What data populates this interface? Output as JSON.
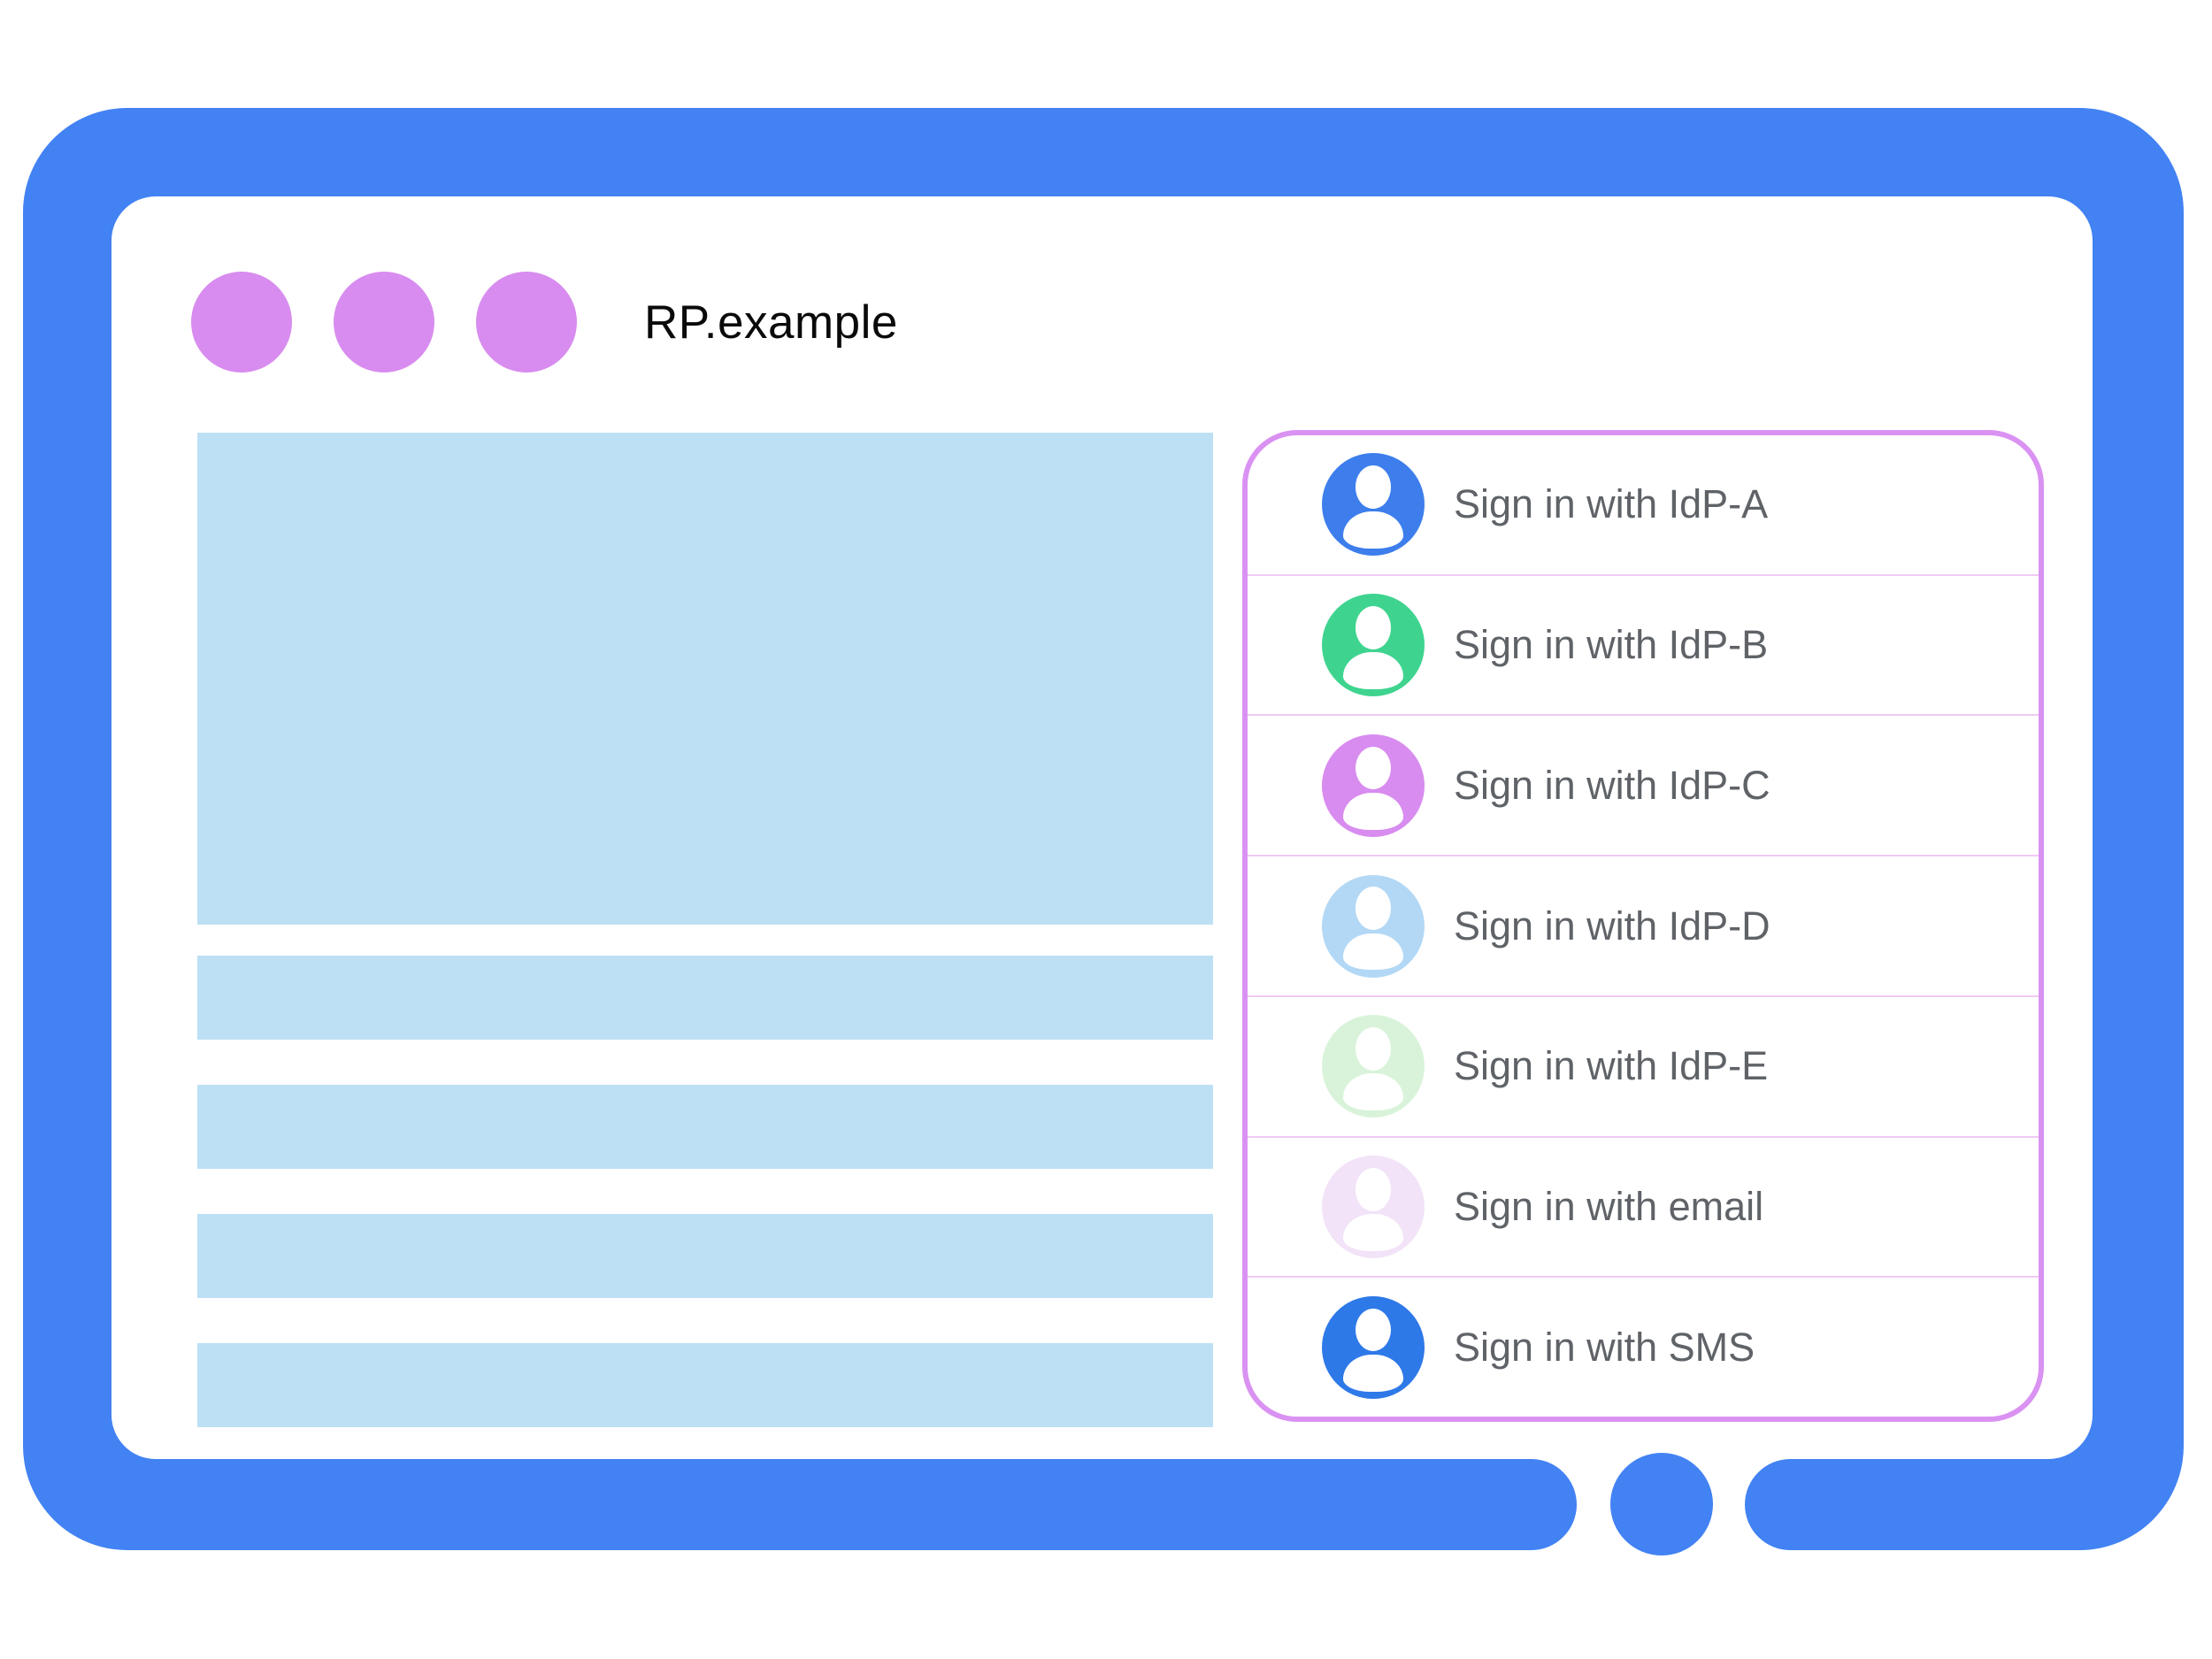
{
  "illustration": {
    "browser_title": "RP.example"
  },
  "signin_panel": {
    "options": [
      {
        "id": "idp-a",
        "label": "Sign in with IdP-A",
        "avatar_color": "#3D7EEC"
      },
      {
        "id": "idp-b",
        "label": "Sign in with IdP-B",
        "avatar_color": "#3ED48F"
      },
      {
        "id": "idp-c",
        "label": "Sign in with IdP-C",
        "avatar_color": "#D88CEF"
      },
      {
        "id": "idp-d",
        "label": "Sign in with IdP-D",
        "avatar_color": "#B3D8F5"
      },
      {
        "id": "idp-e",
        "label": "Sign in with IdP-E",
        "avatar_color": "#D8F3D9"
      },
      {
        "id": "email",
        "label": "Sign in with email",
        "avatar_color": "#F2E3F8"
      },
      {
        "id": "sms",
        "label": "Sign in with SMS",
        "avatar_color": "#2E79E8"
      }
    ]
  },
  "colors": {
    "frame_blue": "#4282F3",
    "window_dot_purple": "#D88CEF",
    "placeholder_blue": "#BDE0F5",
    "panel_border_purple": "#DA92F2",
    "divider_pink": "#F0C9F5",
    "label_gray": "#5F6368",
    "title_black": "#0A0A0A"
  }
}
